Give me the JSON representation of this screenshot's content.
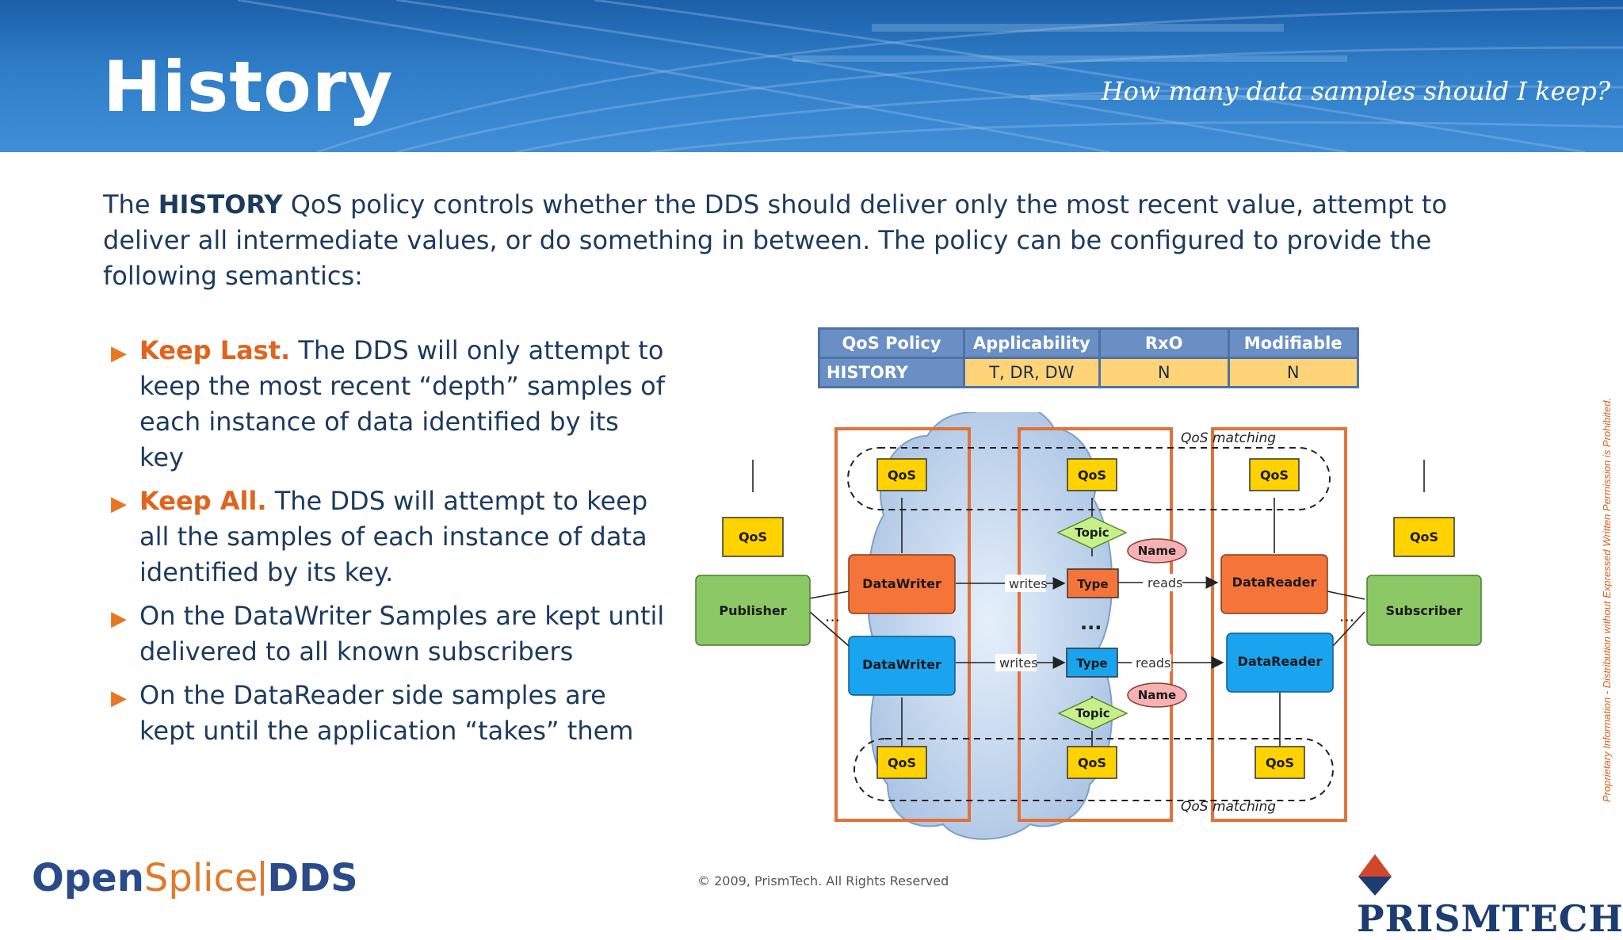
{
  "header": {
    "title": "History",
    "subtitle": "How many data samples should I keep?"
  },
  "intro": {
    "pre": "The ",
    "bold": "HISTORY",
    "post": " QoS policy controls whether the DDS should deliver only the most recent value,  attempt to deliver all intermediate values,  or do something in between. The policy can be configured to provide the following semantics:"
  },
  "bullets": [
    {
      "key": "Keep Last.",
      "text": " The DDS will only attempt to keep the most recent “depth” samples of each instance of data identified by its key"
    },
    {
      "key": "Keep All.",
      "text": " The DDS will attempt to keep all the samples of each instance of data identified by its key."
    },
    {
      "key": "",
      "text": "On the DataWriter Samples are kept until delivered to all known subscribers"
    },
    {
      "key": "",
      "text": "On the DataReader side samples are kept until the application “takes” them"
    }
  ],
  "table": {
    "headers": [
      "QoS Policy",
      "Applicability",
      "RxO",
      "Modifiable"
    ],
    "row": [
      "HISTORY",
      "T, DR, DW",
      "N",
      "N"
    ]
  },
  "diagram": {
    "qos": "QoS",
    "publisher": "Publisher",
    "subscriber": "Subscriber",
    "datawriter": "DataWriter",
    "datareader": "DataReader",
    "topic": "Topic",
    "type": "Type",
    "name": "Name",
    "writes": "writes",
    "reads": "reads",
    "ellipsis": "...",
    "qos_matching": "QoS matching",
    "colors": {
      "qos": "#ffd200",
      "publisher": "#8cc865",
      "writer": "#f4743a",
      "reader_blue": "#1aa3ee",
      "topic": "#c6f08c",
      "name": "#f6b2b2",
      "frame": "#e0733a"
    }
  },
  "footer": {
    "copyright": "© 2009, PrismTech. All Rights Reserved",
    "logo_open_a": "Open",
    "logo_open_b": "Splice",
    "logo_open_c": "DDS",
    "logo_prism": "PRISMTECH",
    "vertical_note": "Proprietary Information - Distribution without Expressed Written Permission is Prohibited."
  }
}
